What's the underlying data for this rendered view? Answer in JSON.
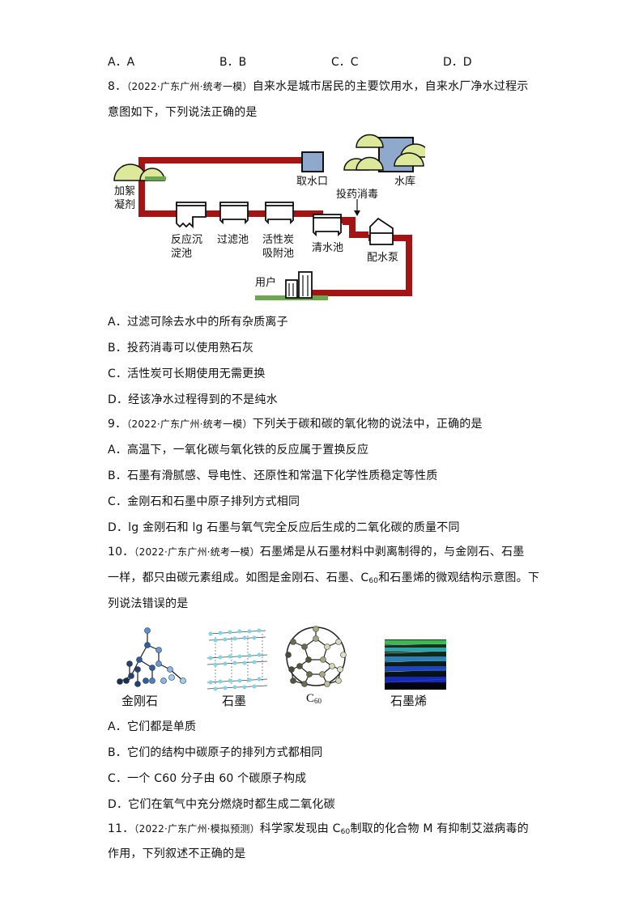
{
  "prev_question": {
    "options": [
      {
        "letter": "A",
        "text": "A．A"
      },
      {
        "letter": "B",
        "text": "B．B"
      },
      {
        "letter": "C",
        "text": "C．C"
      },
      {
        "letter": "D",
        "text": "D．D"
      }
    ]
  },
  "q8": {
    "number": "8．",
    "source": "（2022·广东广州·统考一模）",
    "stem_line1": "自来水是城市居民的主要饮用水，自来水厂净水过程示",
    "stem_line2": "意图如下，下列说法正确的是",
    "diagram": {
      "labels": {
        "flocculant": [
          "加絮",
          "凝剂"
        ],
        "intake": "取水口",
        "reservoir": "水库",
        "disinfect": "投药消毒",
        "sedimentation": [
          "反应沉",
          "淀池"
        ],
        "filter": "过滤池",
        "carbon": [
          "活性炭",
          "吸附池"
        ],
        "clear_water": "清水池",
        "pump": "配水泵",
        "user": "用户"
      },
      "colors": {
        "pipe": "#a31515",
        "water": "#8fa9cc",
        "hill": "#dde89a",
        "grass": "#6aa84f"
      }
    },
    "options": [
      "A．过滤可除去水中的所有杂质离子",
      "B．投药消毒可以使用熟石灰",
      "C．活性炭可长期使用无需更换",
      "D．经该净水过程得到的不是纯水"
    ]
  },
  "q9": {
    "number": "9．",
    "source": "（2022·广东广州·统考一模）",
    "stem": "下列关于碳和碳的氧化物的说法中，正确的是",
    "options": [
      "A．高温下，一氧化碳与氧化铁的反应属于置换反应",
      "B．石墨有滑腻感、导电性、还原性和常温下化学性质稳定等性质",
      "C．金刚石和石墨中原子排列方式相同",
      "D．lg 金刚石和 lg 石墨与氧气完全反应后生成的二氧化碳的质量不同"
    ]
  },
  "q10": {
    "number": "10．",
    "source": "（2022·广东广州·统考一模）",
    "stem_line1": "石墨烯是从石墨材料中剥离制得的，与金刚石、石墨",
    "stem_line2a": "一样，都只由碳元素组成。如图是金刚石、石墨、C",
    "stem_line2_sub": "60",
    "stem_line2b": "和石墨烯的微观结构示意图。下",
    "stem_line3": "列说法错误的是",
    "structures": [
      {
        "label": "金刚石"
      },
      {
        "label": "石墨"
      },
      {
        "label": "C",
        "sub": "60"
      },
      {
        "label": "石墨烯"
      }
    ],
    "options": [
      "A．它们都是单质",
      "B．它们的结构中碳原子的排列方式都相同",
      "C．一个 C60 分子由 60 个碳原子构成",
      "D．它们在氧气中充分燃烧时都生成二氧化碳"
    ]
  },
  "q11": {
    "number": "11．",
    "source": "（2022·广东广州·模拟预测）",
    "stem_line1a": "科学家发现由 C",
    "stem_line1_sub": "60",
    "stem_line1b": "制取的化合物 M 有抑制艾滋病毒的",
    "stem_line2": "作用，下列叙述不正确的是"
  }
}
